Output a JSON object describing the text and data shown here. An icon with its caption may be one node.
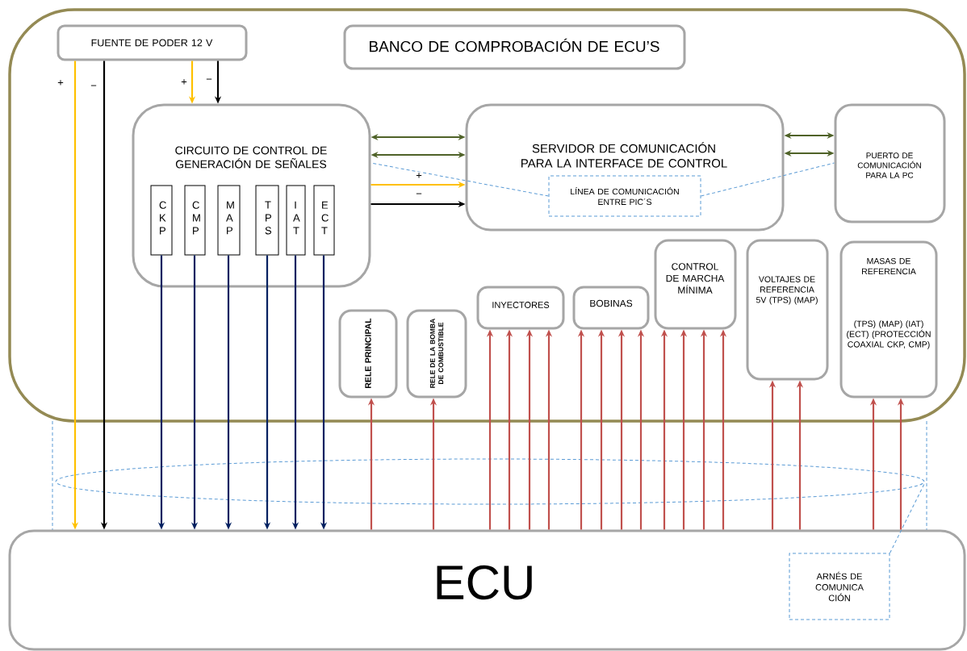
{
  "diagram": {
    "nodes": [
      {
        "text": [],
        "shape": "box"
      },
      {
        "text": [
          "FUENTE DE PODER 12 V"
        ],
        "in": 0
      },
      {
        "text": [
          "BANCO DE COMPROBACIÓN DE ECU’S"
        ],
        "in": 0
      },
      {
        "text": [
          "CIRCUITO DE CONTROL DE GENERACIÓN DE SEÑALES"
        ],
        "in": 0
      },
      {
        "text": [
          "CKP"
        ],
        "in": 3
      },
      {
        "text": [
          "CMP"
        ],
        "in": 3
      },
      {
        "text": [
          "MAP"
        ],
        "in": 3
      },
      {
        "text": [
          "TPS"
        ],
        "in": 3
      },
      {
        "text": [
          "IAT"
        ],
        "in": 3
      },
      {
        "text": [
          "ECT"
        ],
        "in": 3
      },
      {
        "text": [
          "SERVIDOR DE COMUNICACIÓN PARA LA INTERFACE DE CONTROL"
        ],
        "in": 0
      },
      {
        "text": [
          "LÍNEA DE COMUNICACIÓN ENTRE PIC´S"
        ],
        "in": 10
      },
      {
        "text": [
          "PUERTO DE COMUNICACIÓN PARA LA PC"
        ],
        "in": 0
      },
      {
        "text": [
          "RELE PRINCIPAL"
        ],
        "in": 0
      },
      {
        "text": [
          "RELE DE LA BOMBA DE COMBUSTIBLE"
        ],
        "in": 0
      },
      {
        "text": [
          "INYECTORES"
        ],
        "in": 0
      },
      {
        "text": [
          "BOBINAS"
        ],
        "in": 0
      },
      {
        "text": [
          "CONTROL DE MARCHA MÍNIMA"
        ],
        "in": 0
      },
      {
        "text": [
          "VOLTAJES DE REFERENCIA 5V (TPS) (MAP)"
        ],
        "in": 0
      },
      {
        "text": [
          "MASAS DE REFERENCIA",
          "(TPS) (MAP) (IAT) (ECT) (PROTECCIÓN COAXIAL CKP, CMP)"
        ],
        "in": 0
      },
      {
        "text": [
          "ECU"
        ]
      },
      {
        "text": [
          "ARNÉS DE COMUNICA CIÓN"
        ],
        "in": 20
      }
    ],
    "edges": [
      {
        "from": 1,
        "to": 20,
        "arrow": "to",
        "label": "+",
        "color": "#ffc000"
      },
      {
        "from": 1,
        "to": 20,
        "arrow": "to",
        "label": "−",
        "color": "#000000"
      },
      {
        "from": 1,
        "to": 3,
        "arrow": "to",
        "label": "+",
        "color": "#ffc000"
      },
      {
        "from": 1,
        "to": 3,
        "arrow": "to",
        "label": "−",
        "color": "#000000"
      },
      {
        "from": 4,
        "to": 20,
        "arrow": "to",
        "color": "#002060"
      },
      {
        "from": 5,
        "to": 20,
        "arrow": "to",
        "color": "#002060"
      },
      {
        "from": 6,
        "to": 20,
        "arrow": "to",
        "color": "#002060"
      },
      {
        "from": 7,
        "to": 20,
        "arrow": "to",
        "color": "#002060"
      },
      {
        "from": 8,
        "to": 20,
        "arrow": "to",
        "color": "#002060"
      },
      {
        "from": 9,
        "to": 20,
        "arrow": "to",
        "color": "#002060"
      },
      {
        "from": 3,
        "to": 10,
        "arrow": "both",
        "color": "#4f6228"
      },
      {
        "from": 3,
        "to": 10,
        "arrow": "both",
        "color": "#4f6228"
      },
      {
        "from": 3,
        "to": 10,
        "arrow": "to",
        "label": "+",
        "color": "#ffc000"
      },
      {
        "from": 3,
        "to": 10,
        "arrow": "to",
        "label": "−",
        "color": "#000000"
      },
      {
        "from": 10,
        "to": 12,
        "arrow": "both",
        "color": "#4f6228"
      },
      {
        "from": 10,
        "to": 12,
        "arrow": "both",
        "color": "#4f6228"
      },
      {
        "from": 20,
        "to": 13,
        "arrow": "to"
      },
      {
        "from": 20,
        "to": 14,
        "arrow": "to"
      },
      {
        "from": 20,
        "to": 15,
        "arrow": "to"
      },
      {
        "from": 20,
        "to": 15,
        "arrow": "to"
      },
      {
        "from": 20,
        "to": 15,
        "arrow": "to"
      },
      {
        "from": 20,
        "to": 15,
        "arrow": "to"
      },
      {
        "from": 20,
        "to": 16,
        "arrow": "to"
      },
      {
        "from": 20,
        "to": 16,
        "arrow": "to"
      },
      {
        "from": 20,
        "to": 16,
        "arrow": "to"
      },
      {
        "from": 20,
        "to": 16,
        "arrow": "to"
      },
      {
        "from": 20,
        "to": 17,
        "arrow": "to"
      },
      {
        "from": 20,
        "to": 17,
        "arrow": "to"
      },
      {
        "from": 20,
        "to": 17,
        "arrow": "to"
      },
      {
        "from": 20,
        "to": 17,
        "arrow": "to"
      },
      {
        "from": 20,
        "to": 18,
        "arrow": "to"
      },
      {
        "from": 20,
        "to": 18,
        "arrow": "to"
      },
      {
        "from": 20,
        "to": 19,
        "arrow": "to"
      },
      {
        "from": 20,
        "to": 19,
        "arrow": "to"
      },
      {
        "from": 11,
        "to": 3,
        "arrow": "none",
        "style": "dashed",
        "color": "#5b9bd5"
      },
      {
        "from": 11,
        "to": 12,
        "arrow": "none",
        "style": "dashed",
        "color": "#5b9bd5"
      },
      {
        "from": 21,
        "to": null,
        "arrow": "none",
        "style": "dashed",
        "color": "#5b9bd5"
      }
    ]
  }
}
